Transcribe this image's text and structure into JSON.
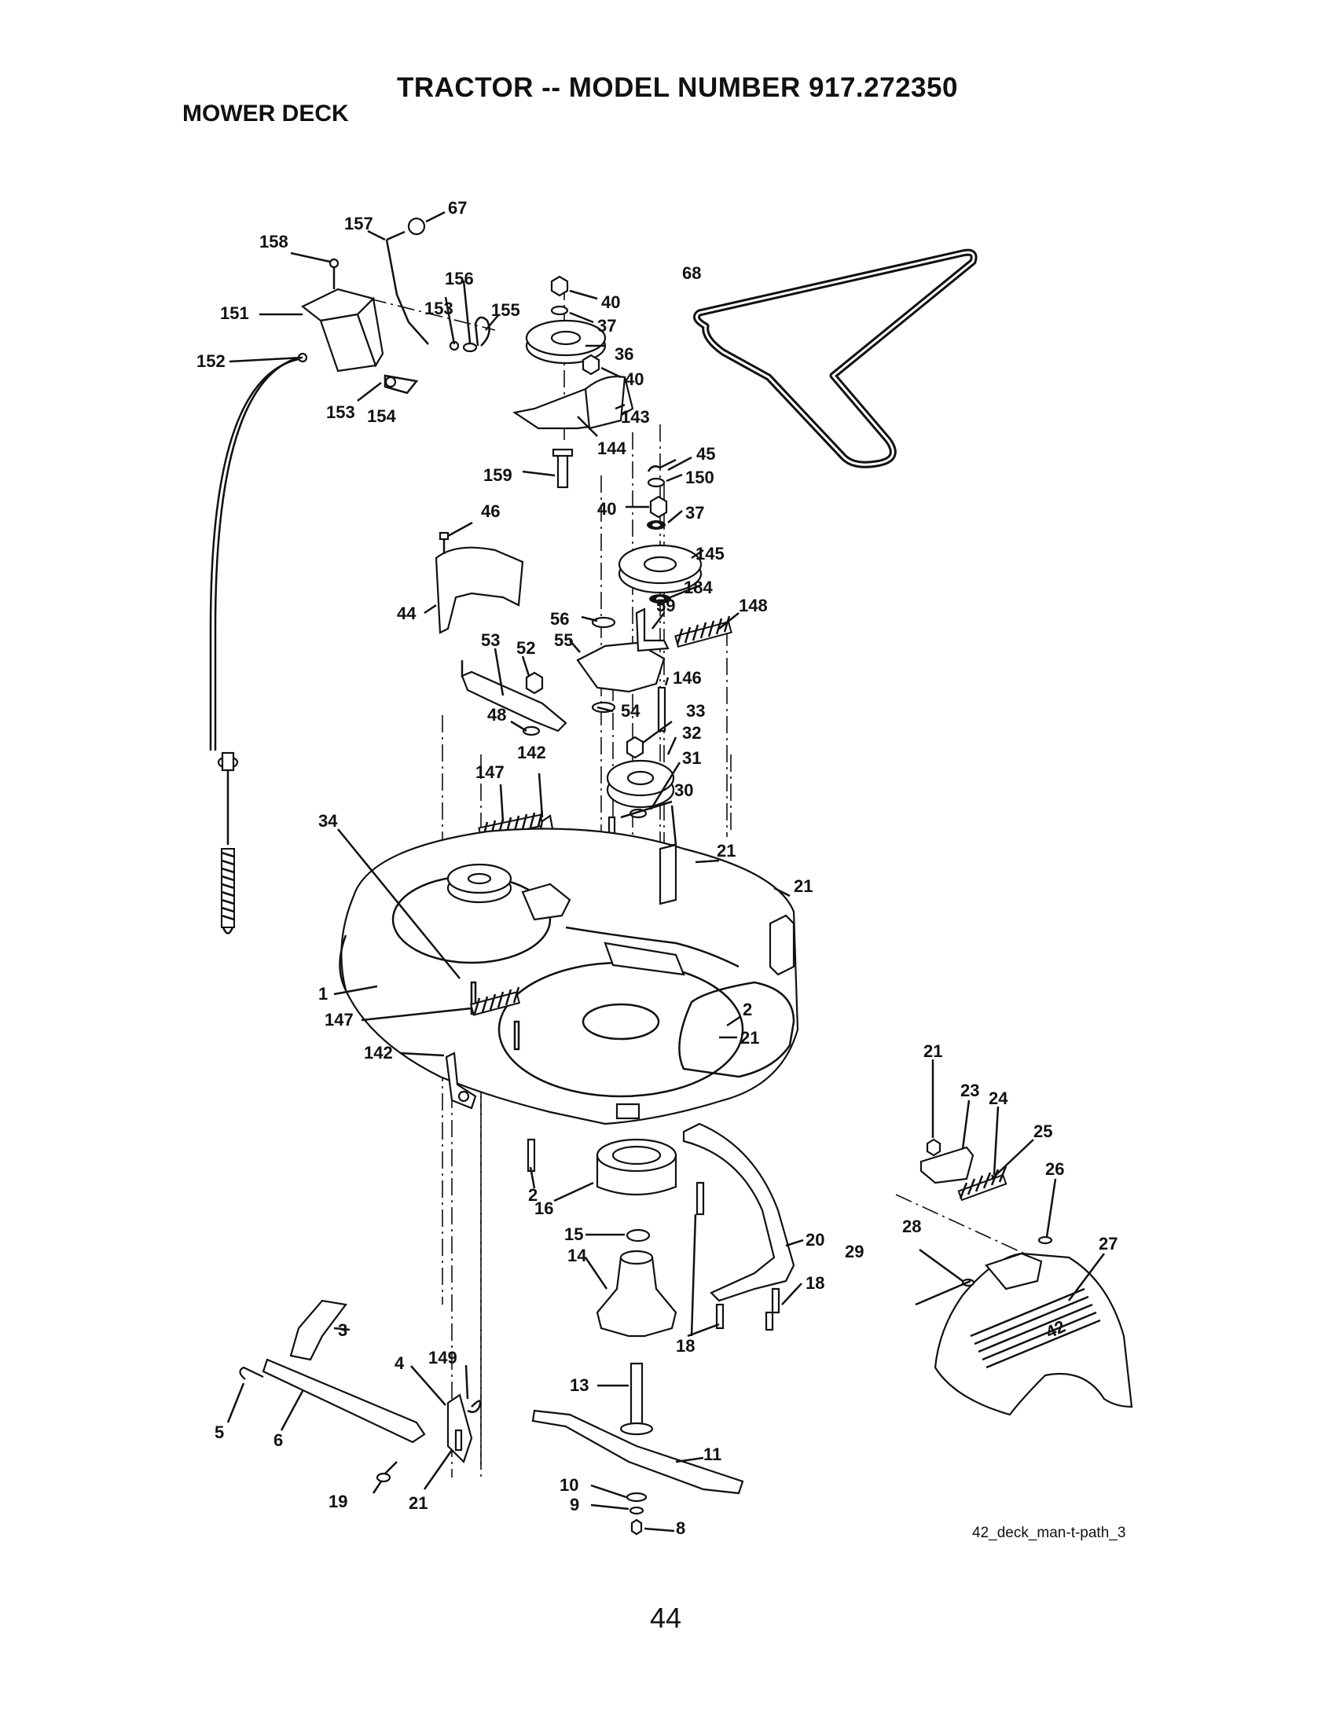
{
  "header": {
    "title": "TRACTOR -- MODEL NUMBER 917.272350",
    "section": "MOWER DECK"
  },
  "footer": {
    "page_number": "44",
    "drawing_ref": "42_deck_man-t-path_3"
  },
  "callouts": {
    "c1": "1",
    "c2a": "2",
    "c2b": "2",
    "c3": "3",
    "c4": "4",
    "c5": "5",
    "c6": "6",
    "c8": "8",
    "c9": "9",
    "c10": "10",
    "c11": "11",
    "c13": "13",
    "c14": "14",
    "c15": "15",
    "c16": "16",
    "c18a": "18",
    "c18b": "18",
    "c19": "19",
    "c20": "20",
    "c21a": "21",
    "c21b": "21",
    "c21c": "21",
    "c21d": "21",
    "c21e": "21",
    "c23": "23",
    "c24": "24",
    "c25": "25",
    "c26": "26",
    "c27": "27",
    "c28": "28",
    "c29": "29",
    "c30": "30",
    "c31": "31",
    "c32": "32",
    "c33": "33",
    "c34": "34",
    "c36": "36",
    "c37a": "37",
    "c37b": "37",
    "c40a": "40",
    "c40b": "40",
    "c40c": "40",
    "c44": "44",
    "c45": "45",
    "c46": "46",
    "c48": "48",
    "c52": "52",
    "c53": "53",
    "c54": "54",
    "c55": "55",
    "c56": "56",
    "c59": "59",
    "c67": "67",
    "c68": "68",
    "c142a": "142",
    "c142b": "142",
    "c143": "143",
    "c144": "144",
    "c145": "145",
    "c146": "146",
    "c147a": "147",
    "c147b": "147",
    "c148": "148",
    "c149": "149",
    "c150": "150",
    "c151": "151",
    "c152": "152",
    "c153a": "153",
    "c153b": "153",
    "c154": "154",
    "c155": "155",
    "c156": "156",
    "c157": "157",
    "c158": "158",
    "c159": "159",
    "c184": "184",
    "deck_badge": "42"
  }
}
